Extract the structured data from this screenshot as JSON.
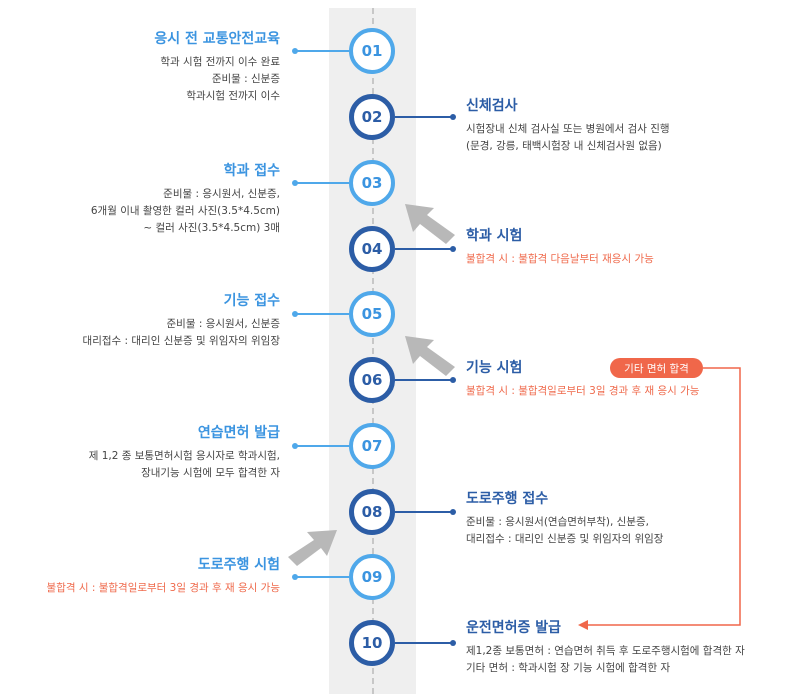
{
  "steps": [
    {
      "num": "01",
      "title": "응시 전 교통안전교육",
      "lines": [
        "학과 시험 전까지 이수 완료",
        "준비물 : 신분증",
        "학과시험 전까지 이수"
      ],
      "warn": false
    },
    {
      "num": "02",
      "title": "신체검사",
      "lines": [
        "시험장내 신체 검사실 또는 병원에서 검사 진행",
        "(문경, 강릉, 태백시험장 내 신체검사원 없음)"
      ],
      "warn": false
    },
    {
      "num": "03",
      "title": "학과 접수",
      "lines": [
        "준비물 : 응시원서, 신분증,",
        "6개월 이내 촬영한 컬러 사진(3.5*4.5cm)",
        "~ 컬러 사진(3.5*4.5cm) 3매"
      ],
      "warn": false
    },
    {
      "num": "04",
      "title": "학과 시험",
      "lines": [
        "불합격 시 : 불합격 다음날부터 재응시 가능"
      ],
      "warn": true
    },
    {
      "num": "05",
      "title": "기능 접수",
      "lines": [
        "준비물 : 응시원서, 신분증",
        "대리접수 : 대리인 신분증 및 위임자의 위임장"
      ],
      "warn": false
    },
    {
      "num": "06",
      "title": "기능 시험",
      "lines": [
        "불합격 시 : 불합격일로부터 3일 경과 후 재 응시 가능"
      ],
      "warn": true
    },
    {
      "num": "07",
      "title": "연습면허 발급",
      "lines": [
        "제 1,2 종 보통면허시험 응시자로 학과시험,",
        "장내기능 시험에 모두 합격한 자"
      ],
      "warn": false
    },
    {
      "num": "08",
      "title": "도로주행 접수",
      "lines": [
        "준비물 : 응시원서(연습면허부착), 신분증,",
        "대리접수 : 대리인 신분증 및 위임자의 위임장"
      ],
      "warn": false
    },
    {
      "num": "09",
      "title": "도로주행 시험",
      "lines": [
        "불합격 시 : 불합격일로부터 3일 경과 후 재 응시 가능"
      ],
      "warn": true
    },
    {
      "num": "10",
      "title": "운전면허증 발급",
      "lines": [
        "제1,2종 보통면허 : 연습면허 취득 후 도로주행시험에 합격한 자",
        "기타 면허 : 학과시험 장 기능 시험에 합격한 자"
      ],
      "warn": false
    }
  ],
  "badge_label": "기타 면허 합격",
  "colors": {
    "light": "#4fa8ea",
    "dark": "#2c5da6",
    "warn": "#ef6a4c",
    "band": "#efefef",
    "arrow": "#b8b8b8"
  }
}
